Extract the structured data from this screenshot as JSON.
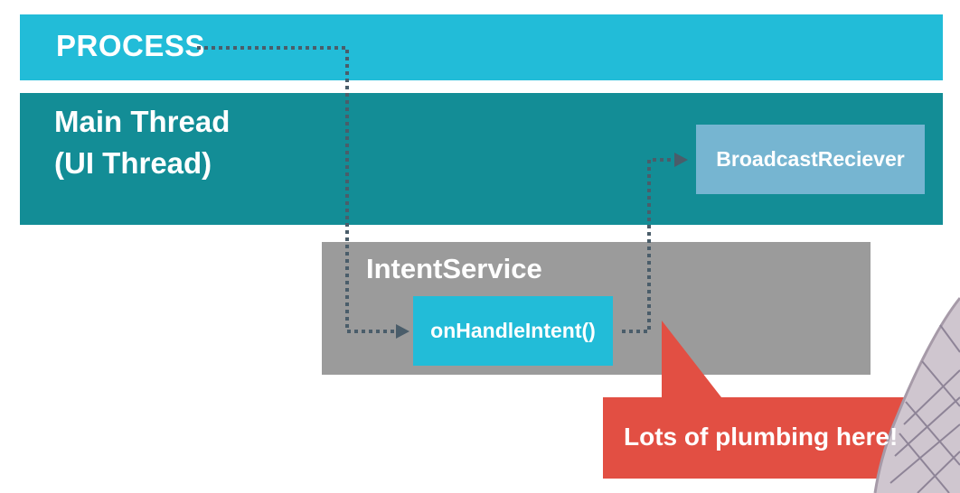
{
  "process": {
    "label": "PROCESS"
  },
  "main_thread": {
    "label": "Main Thread\n(UI Thread)"
  },
  "broadcast": {
    "label": "BroadcastReciever"
  },
  "intent_service": {
    "label": "IntentService"
  },
  "handle_intent": {
    "label": "onHandleIntent()"
  },
  "callout": {
    "text": "Lots of plumbing here!"
  },
  "colors": {
    "process_band": "#22bcd8",
    "main_thread_band": "#138d96",
    "broadcast_box": "#76b5d1",
    "intent_service_box": "#9b9b9b",
    "handle_box": "#22bcd8",
    "callout": "#e24f43",
    "connector": "#4a5d6a"
  }
}
